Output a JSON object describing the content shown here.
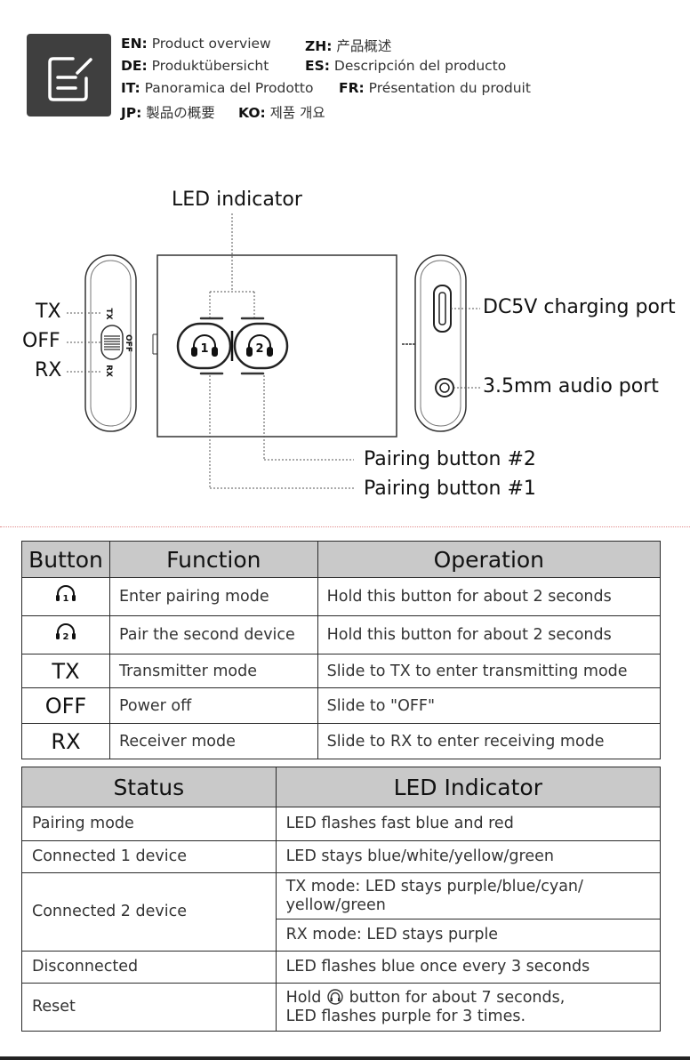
{
  "header": {
    "en_code": "EN:",
    "en_text": "Product overview",
    "zh_code": "ZH:",
    "zh_text": "产品概述",
    "de_code": "DE:",
    "de_text": "Produktübersicht",
    "es_code": "ES:",
    "es_text": "Descripción del producto",
    "it_code": "IT:",
    "it_text": "Panoramica del Prodotto",
    "fr_code": "FR:",
    "fr_text": "Présentation du produit",
    "jp_code": "JP:",
    "jp_text": "製品の概要",
    "ko_code": "KO:",
    "ko_text": "제품 개요"
  },
  "diagram": {
    "led_indicator": "LED indicator",
    "tx": "TX",
    "off": "OFF",
    "rx": "RX",
    "switch_tx": "TX",
    "switch_off": "OFF",
    "switch_rx": "RX",
    "button1": "1",
    "button2": "2",
    "dc_port": "DC5V charging port",
    "audio_port": "3.5mm audio port",
    "pair2": "Pairing button #2",
    "pair1": "Pairing button #1"
  },
  "button_table": {
    "headers": [
      "Button",
      "Function",
      "Operation"
    ],
    "rows": [
      {
        "button": "1",
        "function": "Enter pairing mode",
        "operation": "Hold this button for about 2 seconds"
      },
      {
        "button": "2",
        "function": "Pair the second device",
        "operation": "Hold this button for about 2 seconds"
      },
      {
        "button": "TX",
        "function": "Transmitter mode",
        "operation": "Slide to TX to enter transmitting mode"
      },
      {
        "button": "OFF",
        "function": "Power off",
        "operation": "Slide to \"OFF\""
      },
      {
        "button": "RX",
        "function": "Receiver mode",
        "operation": "Slide to RX to enter receiving mode"
      }
    ]
  },
  "status_table": {
    "headers": [
      "Status",
      "LED Indicator"
    ],
    "rows": [
      {
        "status": "Pairing mode",
        "led": "LED flashes fast blue and red"
      },
      {
        "status": "Connected 1 device",
        "led": "LED stays blue/white/yellow/green"
      },
      {
        "status": "Connected 2 device",
        "led_tx_line1": "TX mode: LED stays purple/blue/cyan/",
        "led_tx_line2": "yellow/green",
        "led_rx": "RX mode: LED stays purple"
      },
      {
        "status": "Disconnected",
        "led": "LED flashes blue once every 3 seconds"
      },
      {
        "status": "Reset",
        "led_line1_pre": "Hold",
        "led_line1_post": "button for about 7 seconds,",
        "led_line2": "LED flashes purple for 3 times."
      }
    ]
  }
}
